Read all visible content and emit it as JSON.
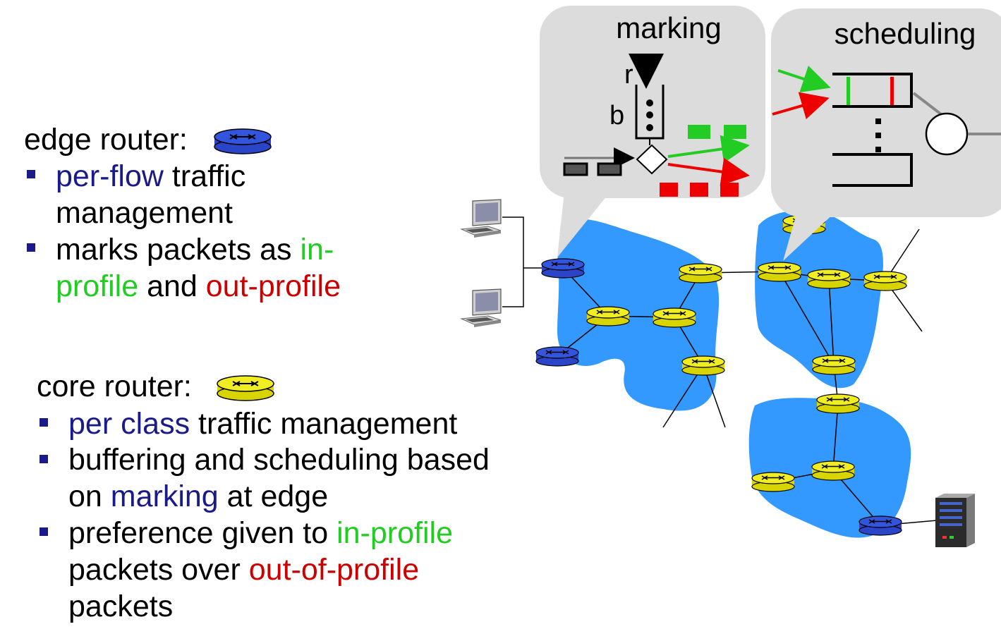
{
  "edge": {
    "heading": "edge router:",
    "b1_highlight": "per-flow",
    "b1_rest": " traffic",
    "b1_line2": "management",
    "b2_part1": "marks packets as ",
    "b2_green1": "in-",
    "b2_green2": "profile",
    "b2_mid": " and ",
    "b2_red": "out-profile"
  },
  "core": {
    "heading": "core router:",
    "b1_highlight": "per class",
    "b1_rest": " traffic management",
    "b2_line1": "buffering and scheduling based",
    "b2_on": "on ",
    "b2_highlight": "marking",
    "b2_rest": " at edge",
    "b3_part1": "preference given to ",
    "b3_green": "in-profile",
    "b3_line2a": "packets over ",
    "b3_red": "out-of-profile",
    "b3_line3": "packets"
  },
  "callouts": {
    "marking_title": "marking",
    "scheduling_title": "scheduling",
    "rate_label": "r",
    "bucket_label": "b"
  },
  "colors": {
    "network_cloud": "#3399ff",
    "edge_router": "#3355dd",
    "core_router": "#f0ee22",
    "in_profile": "#22cc22",
    "out_profile": "#ee0000",
    "callout_bg": "#dcdcdc",
    "text_highlight": "#1a1a8a"
  }
}
